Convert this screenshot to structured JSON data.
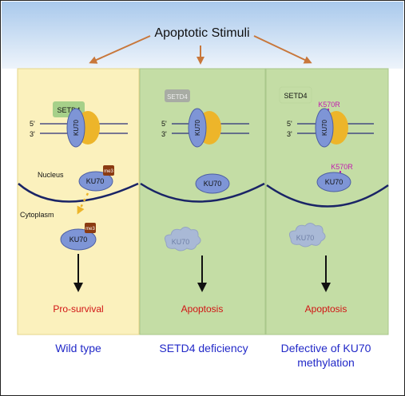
{
  "stimulus_label": "Apoptotic Stimuli",
  "colors": {
    "sky_top": "#a9c9ec",
    "sky_bottom": "#eef4fb",
    "wild_type_panel": "#fbf1bd",
    "deficiency_panel": "#c4dda5",
    "arrow_orange": "#c8773b",
    "ku70_blue": "#7e95d6",
    "ring_yellow": "#edb52a",
    "setd4_green": "#a6d089",
    "me3_brown": "#8b3b12",
    "k570r_magenta": "#c21cb0",
    "outcome_red": "#d11414",
    "caption_blue": "#2229c8"
  },
  "panels": [
    {
      "setd4_label": "SETD4",
      "dna_5": "5'",
      "dna_3": "3'",
      "ku70_ring_label": "KU70",
      "nucleus_label": "Nucleus",
      "nuclear_ku70": "KU70",
      "me3_nuclear": "me3",
      "cytoplasm_label": "Cytoplasm",
      "cyto_ku70": "KU70",
      "me3_cyto": "me3",
      "outcome": "Pro-survival",
      "caption": "Wild type"
    },
    {
      "setd4_label": "SETD4",
      "dna_5": "5'",
      "dna_3": "3'",
      "ku70_ring_label": "KU70",
      "nuclear_ku70": "KU70",
      "cyto_ku70": "KU70",
      "outcome": "Apoptosis",
      "caption": "SETD4 deficiency"
    },
    {
      "setd4_label": "SETD4",
      "mutation_ring": "K570R",
      "dna_5": "5'",
      "dna_3": "3'",
      "ku70_ring_label": "KU70",
      "mutation_nuclear": "K570R",
      "nuclear_ku70": "KU70",
      "cyto_ku70": "KU70",
      "outcome": "Apoptosis",
      "caption_line1": "Defective of KU70",
      "caption_line2": "methylation"
    }
  ]
}
